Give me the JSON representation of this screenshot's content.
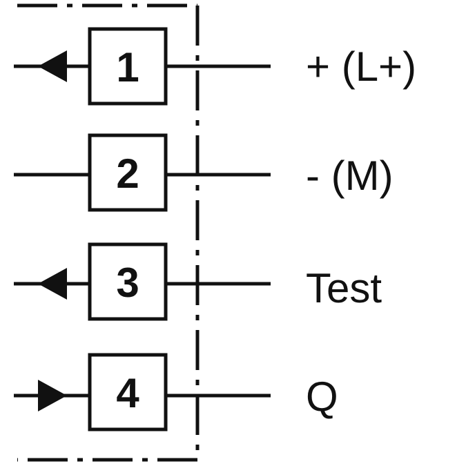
{
  "pins": [
    {
      "number": "1",
      "label": "+ (L+)",
      "arrow": "left"
    },
    {
      "number": "2",
      "label": "- (M)",
      "arrow": "none"
    },
    {
      "number": "3",
      "label": "Test",
      "arrow": "left"
    },
    {
      "number": "4",
      "label": "Q",
      "arrow": "right"
    }
  ],
  "colors": {
    "line": "#111111",
    "background": "#ffffff"
  }
}
